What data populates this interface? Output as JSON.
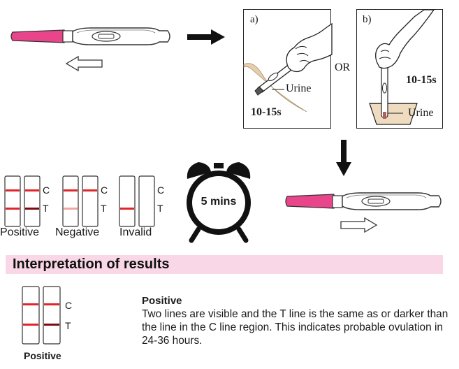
{
  "panel_a": {
    "label": "a)",
    "liquid": "Urine",
    "time": "10-15s"
  },
  "or_text": "OR",
  "panel_b": {
    "label": "b)",
    "liquid": "Urine",
    "time": "10-15s"
  },
  "timer": {
    "text": "5 mins"
  },
  "strip_examples": [
    {
      "label": "Positive",
      "c": "C",
      "t": "T"
    },
    {
      "label": "Negative",
      "c": "C",
      "t": "T"
    },
    {
      "label": "Invalid",
      "c": "C",
      "t": "T"
    }
  ],
  "section": {
    "title": "Interpretation of results"
  },
  "result": {
    "strip_label": "Positive",
    "c": "C",
    "t": "T",
    "title": "Positive",
    "description": "Two lines are visible and the T line is the same as or darker than the line in the C line region. This indicates probable ovulation in 24-36 hours."
  },
  "colors": {
    "pink": "#e8458b",
    "control_line": "#e0262c",
    "dark_test_line": "#7a0c12",
    "faint_test_line": "#f2a7a0",
    "section_bg": "#f9d7e6"
  }
}
